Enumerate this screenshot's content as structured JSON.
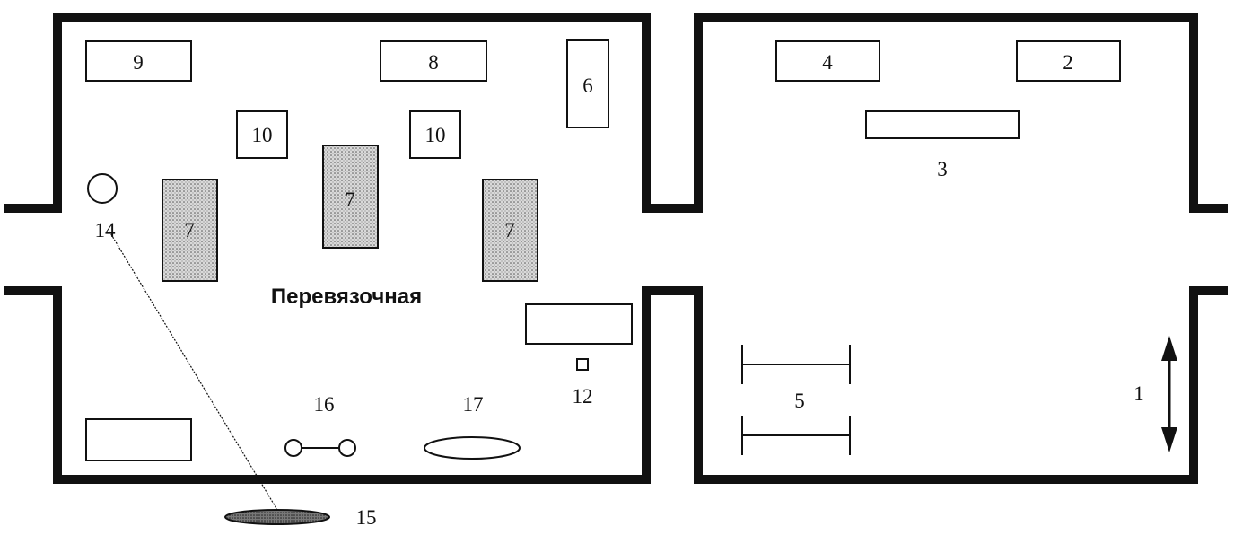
{
  "room_label": "Перевязочная",
  "items": {
    "n1": "1",
    "n2": "2",
    "n3": "3",
    "n4": "4",
    "n5": "5",
    "n6": "6",
    "n7": "7",
    "n8": "8",
    "n9": "9",
    "n10": "10",
    "n12": "12",
    "n14": "14",
    "n15": "15",
    "n16": "16",
    "n17": "17"
  }
}
